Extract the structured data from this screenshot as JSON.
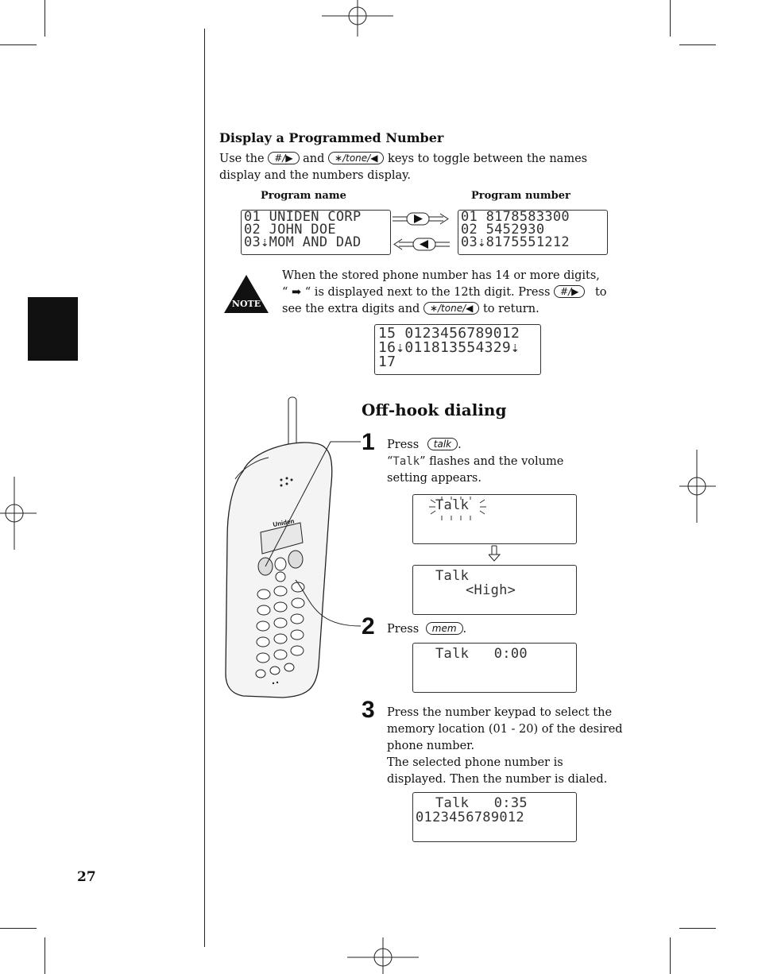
{
  "section_title": "Display a Programmed Number",
  "intro": {
    "part1": "Use the",
    "key_hash": "#/▶",
    "part2": "and",
    "key_tone": "∗/tone/◀",
    "part3": "keys to toggle between the names",
    "line2": "display and the numbers display."
  },
  "program_name_label": "Program name",
  "program_number_label": "Program number",
  "name_display": [
    "01 UNIDEN CORP",
    "02 JOHN DOE",
    "03⇣MOM AND DAD"
  ],
  "number_display": [
    "01 8178583300",
    "02 5452930",
    "03⇣8175551212"
  ],
  "note": {
    "badge": "NOTE",
    "line1": "When the stored phone number has 14 or more digits,",
    "line2a": "“ ➡ “ is displayed next to the 12th digit. Press",
    "key_hash": "#/▶",
    "line2b": "to",
    "line3a": "see the extra digits and",
    "key_tone": "∗/tone/◀",
    "line3b": "to return."
  },
  "extra_display": [
    "15 0123456789012",
    "16⇣011813554329⇣",
    "17"
  ],
  "offhook_title": "Off-hook dialing",
  "step1": {
    "num": "1",
    "press": "Press",
    "key": "talk",
    "period": ".",
    "line2_open": "“",
    "line2_lcd": "Talk",
    "line2_rest": "” flashes and the volume",
    "line3": "setting appears.",
    "display1": [
      "Talk",
      ""
    ],
    "display2": [
      "Talk",
      "<High>"
    ]
  },
  "step2": {
    "num": "2",
    "press": "Press",
    "key": "mem",
    "period": ".",
    "display": [
      "Talk   0:00",
      ""
    ]
  },
  "step3": {
    "num": "3",
    "lines": [
      "Press the number keypad to select the",
      "memory location (01 - 20) of the desired",
      "phone number.",
      "The selected phone number is",
      "displayed. Then the number is dialed."
    ],
    "display": [
      "Talk   0:35",
      "0123456789012"
    ]
  },
  "page_number": "27",
  "phone_brand": "Uniden"
}
